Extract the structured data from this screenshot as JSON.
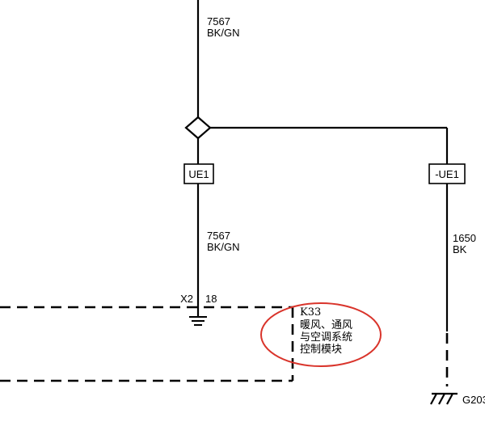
{
  "wire_upper": {
    "number": "7567",
    "color": "BK/GN"
  },
  "wire_lower": {
    "number": "7567",
    "color": "BK/GN"
  },
  "wire_right": {
    "number": "1650",
    "color": "BK"
  },
  "splice_left": "UE1",
  "splice_right": "-UE1",
  "connector": {
    "name": "X2",
    "pin": "18"
  },
  "module": {
    "code": "K33",
    "name_line1": "暖风、通风",
    "name_line2": "与空调系统",
    "name_line3": "控制模块"
  },
  "ground": "G203",
  "colors": {
    "line": "#000000",
    "highlight": "#d9342b"
  }
}
